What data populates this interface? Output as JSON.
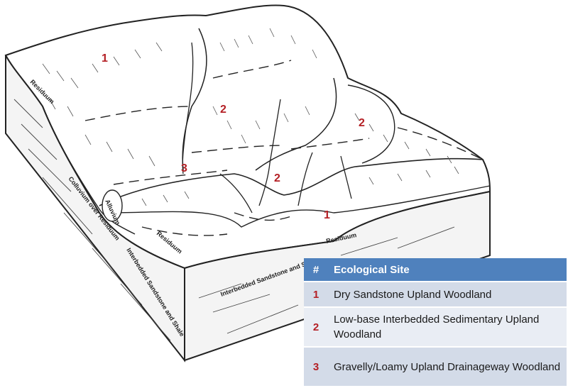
{
  "diagram": {
    "site_labels": [
      "1",
      "2",
      "2",
      "3",
      "2",
      "1"
    ],
    "geology_labels": {
      "residuum_left": "Residuum",
      "colluvium": "Colluvium over Residuum",
      "alluvium": "Alluvium",
      "residuum_mid": "Residuum",
      "residuum_right": "Residuum",
      "interbedded_front": "Interbedded Sandstone and Shale",
      "interbedded_side": "Interbedded Sandstone and Shale"
    }
  },
  "legend": {
    "header_num": "#",
    "header_label": "Ecological Site",
    "rows": [
      {
        "num": "1",
        "label": "Dry Sandstone Upland Woodland"
      },
      {
        "num": "2",
        "label": "Low-base Interbedded Sedimentary Upland Woodland"
      },
      {
        "num": "3",
        "label": "Gravelly/Loamy Upland Drainageway Woodland"
      }
    ],
    "colors": {
      "header": "#4f81bd",
      "row_dark": "#d3dbe8",
      "row_light": "#e9edf4",
      "number": "#b41f24"
    }
  }
}
